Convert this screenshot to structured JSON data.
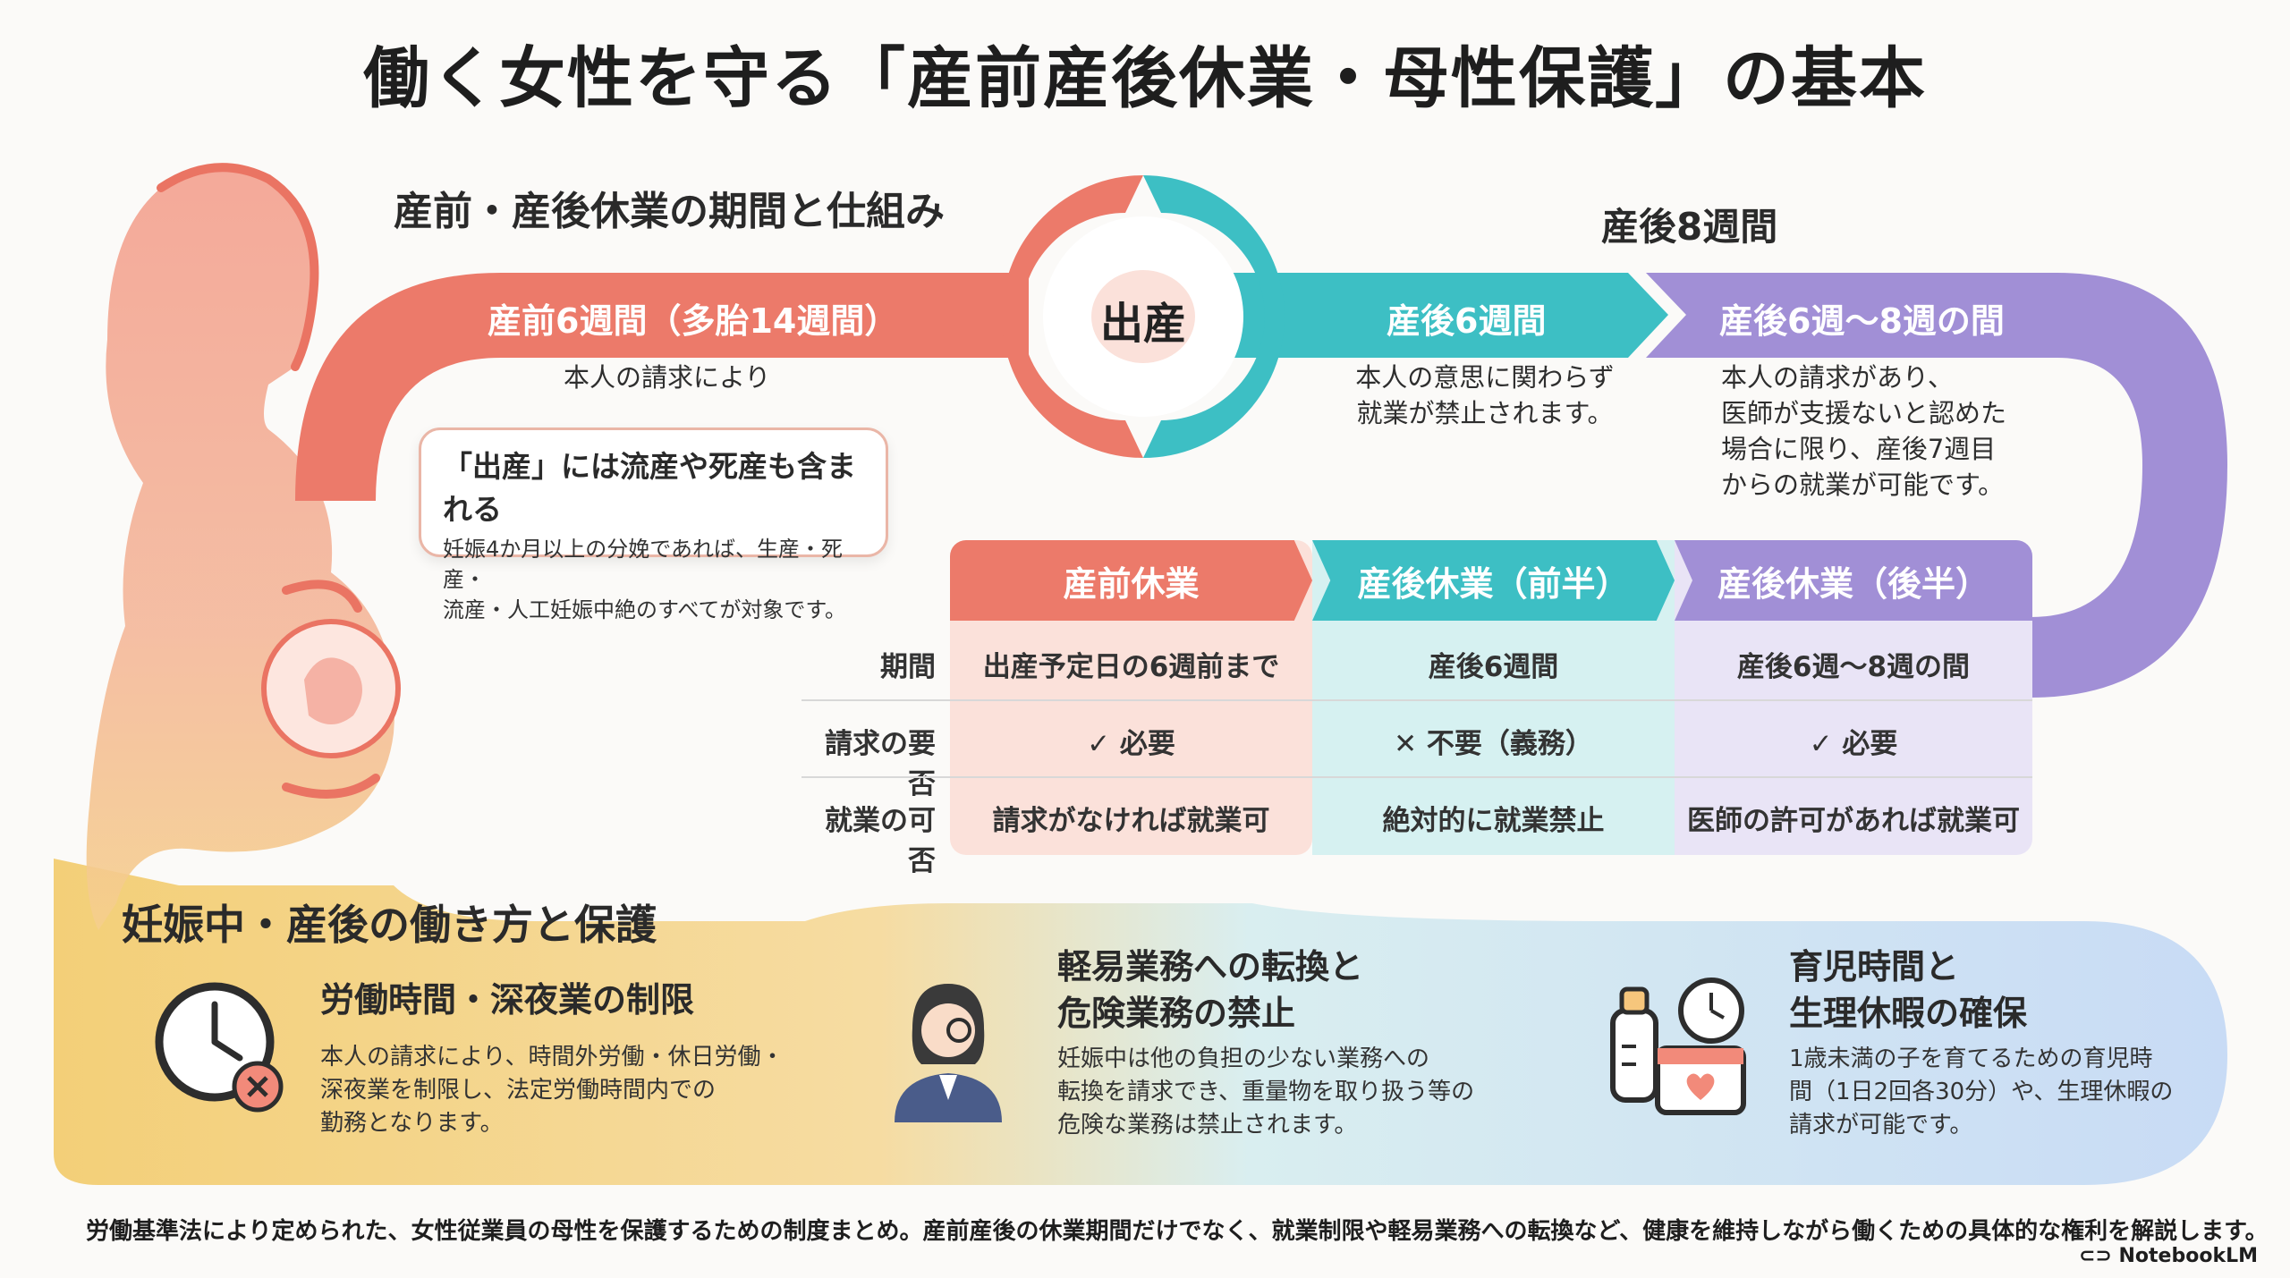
{
  "title": "働く女性を守る「産前産後休業・母性保護」の基本",
  "top_section": {
    "heading": "産前・産後休業の期間と仕組み",
    "postnatal_heading": "産後8週間",
    "birth_label": "出産",
    "bands": [
      {
        "label": "産前6週間（多胎14週間）",
        "note": "本人の請求により",
        "color": "#ec7a6a"
      },
      {
        "label": "産後6週間",
        "note_lines": [
          "本人の意思に関わらず",
          "就業が禁止されます。"
        ],
        "color": "#3dbfc4"
      },
      {
        "label": "産後6週〜8週の間",
        "note_lines": [
          "本人の請求があり、",
          "医師が支援ないと認めた",
          "場合に限り、産後7週目",
          "からの就業が可能です。"
        ],
        "color": "#a18fd6"
      }
    ],
    "callout": {
      "heading": "「出産」には流産や死産も含まれる",
      "body_lines": [
        "妊娠4か月以上の分娩であれば、生産・死産・",
        "流産・人工妊娠中絶のすべてが対象です。"
      ]
    }
  },
  "table": {
    "columns": [
      {
        "label": "産前休業",
        "color": "#ec7a6a",
        "bg": "#fbe1da"
      },
      {
        "label": "産後休業（前半）",
        "color": "#3dbfc4",
        "bg": "#d6f1f1"
      },
      {
        "label": "産後休業（後半）",
        "color": "#a18fd6",
        "bg": "#e9e4f6"
      }
    ],
    "rows": [
      {
        "label": "期間",
        "cells": [
          "出産予定日の6週前まで",
          "産後6週間",
          "産後6週〜8週の間"
        ]
      },
      {
        "label": "請求の要否",
        "cells": [
          "✓ 必要",
          "✕ 不要（義務）",
          "✓ 必要"
        ]
      },
      {
        "label": "就業の可否",
        "cells": [
          "請求がなければ就業可",
          "絶対的に就業禁止",
          "医師の許可があれば就業可"
        ]
      }
    ]
  },
  "bottom_section": {
    "heading": "妊娠中・産後の働き方と保護",
    "cards": [
      {
        "title_lines": [
          "労働時間・深夜業の制限"
        ],
        "body_lines": [
          "本人の請求により、時間外労働・休日労働・",
          "深夜業を制限し、法定労働時間内での",
          "勤務となります。"
        ],
        "icon": "clock-restriction-icon"
      },
      {
        "title_lines": [
          "軽易業務への転換と",
          "危険業務の禁止"
        ],
        "body_lines": [
          "妊娠中は他の負担の少ない業務への",
          "転換を請求でき、重量物を取り扱う等の",
          "危険な業務は禁止されます。"
        ],
        "icon": "working-woman-icon"
      },
      {
        "title_lines": [
          "育児時間と",
          "生理休暇の確保"
        ],
        "body_lines": [
          "1歳未満の子を育てるための育児時",
          "間（1日2回各30分）や、生理休暇の",
          "請求が可能です。"
        ],
        "icon": "baby-bottle-calendar-icon"
      }
    ]
  },
  "footer": "労働基準法により定められた、女性従業員の母性を保護するための制度まとめ。産前産後の休業期間だけでなく、就業制限や軽易業務への転換など、健康を維持しながら働くための具体的な権利を解説します。",
  "brand": "NotebookLM"
}
